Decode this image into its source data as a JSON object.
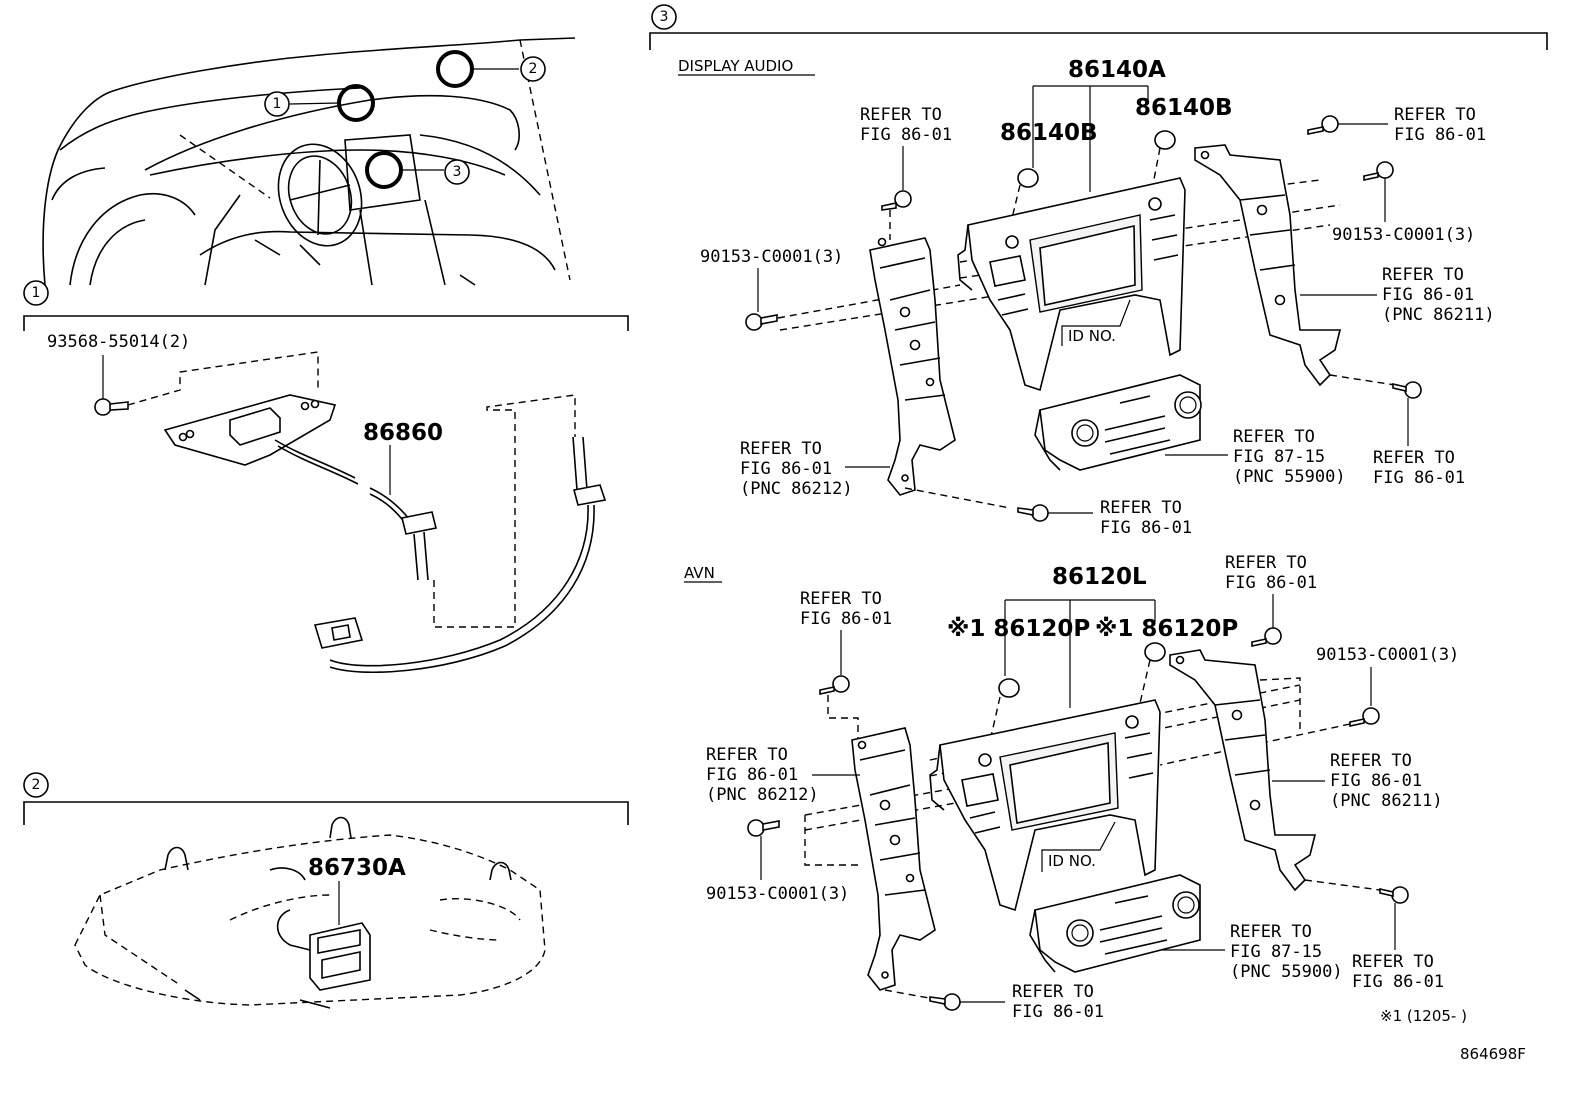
{
  "callouts": {
    "one": "1",
    "two": "2",
    "three": "3"
  },
  "section1": {
    "bolt": "93568-55014(2)",
    "part": "86860"
  },
  "section2": {
    "part": "86730A"
  },
  "section3": {
    "display_audio": {
      "title": "DISPLAY AUDIO",
      "main_part": "86140A",
      "knob_left": "86140B",
      "knob_right": "86140B",
      "refer_top_left": [
        "REFER TO",
        "FIG 86-01"
      ],
      "refer_top_right": [
        "REFER TO",
        "FIG 86-01"
      ],
      "bolt_left": "90153-C0001(3)",
      "bolt_right": "90153-C0001(3)",
      "refer_bracket_right": [
        "REFER TO",
        "FIG 86-01",
        "(PNC 86211)"
      ],
      "refer_bracket_left": [
        "REFER TO",
        "FIG 86-01",
        "(PNC 86212)"
      ],
      "refer_climate": [
        "REFER TO",
        "FIG 87-15",
        "(PNC 55900)"
      ],
      "refer_screw_right": [
        "REFER TO",
        "FIG 86-01"
      ],
      "refer_screw_bottom": [
        "REFER TO",
        "FIG 86-01"
      ],
      "id_no": "ID NO."
    },
    "avn": {
      "title": "AVN",
      "main_part": "86120L",
      "knob_left": "※1 86120P",
      "knob_right": "※1 86120P",
      "refer_top_left": [
        "REFER TO",
        "FIG 86-01"
      ],
      "refer_top_right": [
        "REFER TO",
        "FIG 86-01"
      ],
      "bolt_right": "90153-C0001(3)",
      "bolt_left": "90153-C0001(3)",
      "refer_bracket_left": [
        "REFER TO",
        "FIG 86-01",
        "(PNC 86212)"
      ],
      "refer_bracket_right": [
        "REFER TO",
        "FIG 86-01",
        "(PNC 86211)"
      ],
      "refer_climate": [
        "REFER TO",
        "FIG 87-15",
        "(PNC 55900)"
      ],
      "refer_screw_right": [
        "REFER TO",
        "FIG 86-01"
      ],
      "refer_screw_bottom": [
        "REFER TO",
        "FIG 86-01"
      ],
      "id_no": "ID NO.",
      "footnote": "※1 (1205-      )"
    }
  },
  "figure_code": "864698F"
}
